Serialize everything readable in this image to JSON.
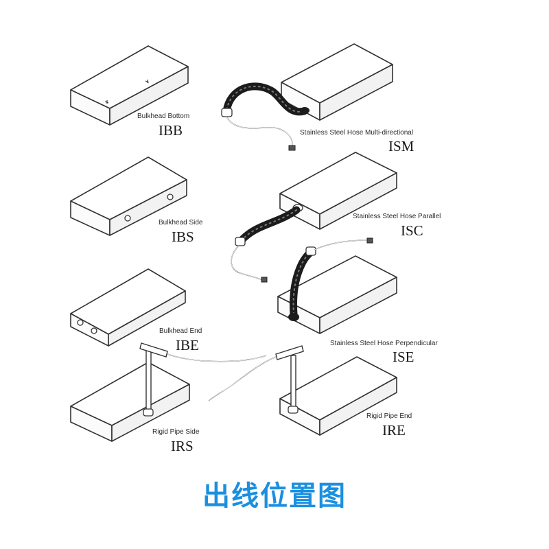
{
  "title": "出线位置图",
  "colors": {
    "title": "#1b8fe0",
    "line": "#333333",
    "hose": "#1c1c1c"
  },
  "options": [
    {
      "id": "IBB",
      "label": "Bulkhead Bottom",
      "code": "IBB"
    },
    {
      "id": "ISM",
      "label": "Stainless Steel Hose Multi-directional",
      "code": "ISM"
    },
    {
      "id": "IBS",
      "label": "Bulkhead Side",
      "code": "IBS"
    },
    {
      "id": "ISC",
      "label": "Stainless Steel Hose Parallel",
      "code": "ISC"
    },
    {
      "id": "IBE",
      "label": "Bulkhead End",
      "code": "IBE"
    },
    {
      "id": "ISE",
      "label": "Stainless Steel Hose Perpendicular",
      "code": "ISE"
    },
    {
      "id": "IRS",
      "label": "Rigid Pipe Side",
      "code": "IRS"
    },
    {
      "id": "IRE",
      "label": "Rigid Pipe End",
      "code": "IRE"
    }
  ]
}
